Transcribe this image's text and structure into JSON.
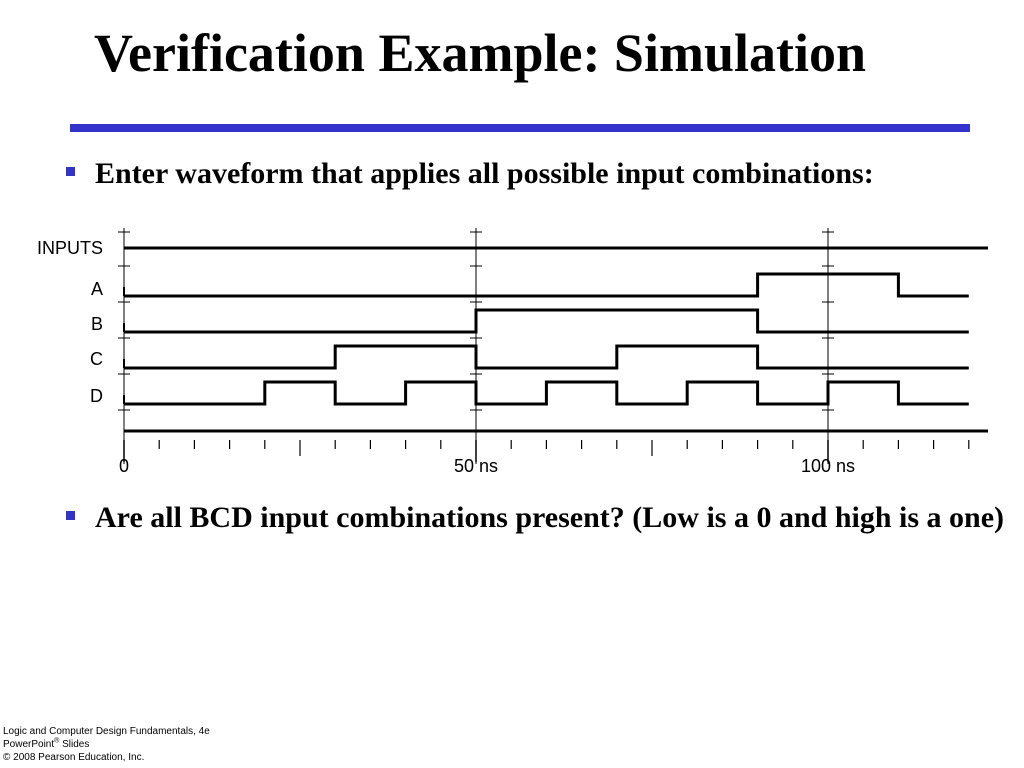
{
  "slide": {
    "title": "Verification Example: Simulation",
    "bullets": [
      "Enter waveform that applies all possible input combinations:",
      "Are all BCD input combinations present? (Low is a 0 and high is a one)"
    ],
    "footer": {
      "line1": "Logic and Computer Design Fundamentals, 4e",
      "line2_prefix": "PowerPoint",
      "line2_sup": "®",
      "line2_suffix": " Slides",
      "line3": "© 2008 Pearson Education, Inc."
    }
  },
  "colors": {
    "accent": "#3333cc",
    "text": "#000000",
    "background": "#ffffff"
  },
  "waveform": {
    "group_label": "INPUTS",
    "time_range": [
      0,
      120
    ],
    "signals": [
      {
        "name": "A",
        "initial": 0,
        "transitions": [
          90,
          110
        ],
        "end": 120
      },
      {
        "name": "B",
        "initial": 0,
        "transitions": [
          50,
          90
        ],
        "end": 120
      },
      {
        "name": "C",
        "initial": 0,
        "transitions": [
          30,
          50,
          70,
          90
        ],
        "end": 120
      },
      {
        "name": "D",
        "initial": 0,
        "transitions": [
          20,
          30,
          40,
          50,
          60,
          70,
          80,
          90,
          100,
          110
        ],
        "end": 120
      }
    ],
    "ruler_markers": [
      0,
      50,
      100
    ],
    "tick_labels": [
      {
        "t": 0,
        "label": "0"
      },
      {
        "t": 50,
        "label": "50 ns"
      },
      {
        "t": 100,
        "label": "100 ns"
      }
    ],
    "minor_tick_step": 5,
    "medium_ticks": [
      25,
      75
    ]
  }
}
